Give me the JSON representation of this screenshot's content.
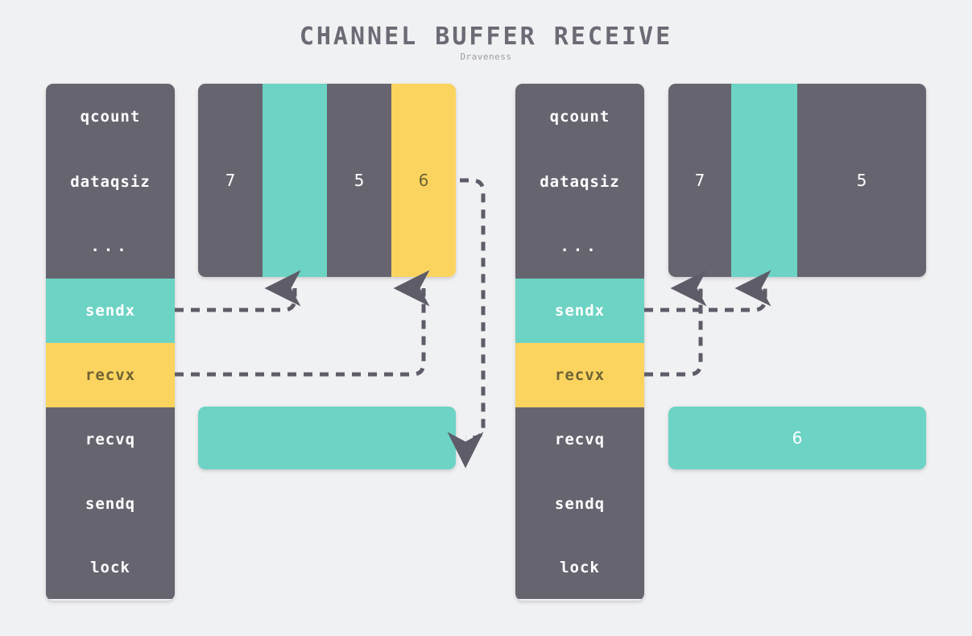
{
  "header": {
    "title": "CHANNEL BUFFER RECEIVE",
    "subtitle": "Draveness"
  },
  "palette": {
    "background": "#f0f1f2",
    "gray": "#66646F",
    "teal": "#6DD3C4",
    "yellow": "#FBD45F",
    "arrow": "#5e5c68",
    "title_text": "#6b6a75"
  },
  "diagram": {
    "struct_field_labels": [
      "qcount",
      "dataqsiz",
      "...",
      "sendx",
      "recvx",
      "recvq",
      "sendq",
      "lock"
    ],
    "before": {
      "struct": {
        "rows": [
          {
            "label": "qcount",
            "color": "gray"
          },
          {
            "label": "dataqsiz",
            "color": "gray"
          },
          {
            "label": "...",
            "color": "gray"
          },
          {
            "label": "sendx",
            "color": "teal"
          },
          {
            "label": "recvx",
            "color": "yellow"
          },
          {
            "label": "recvq",
            "color": "gray"
          },
          {
            "label": "sendq",
            "color": "gray"
          },
          {
            "label": "lock",
            "color": "gray"
          }
        ]
      },
      "buffer": {
        "cells": [
          {
            "value": "7",
            "color": "gray"
          },
          {
            "value": "",
            "color": "teal"
          },
          {
            "value": "5",
            "color": "gray"
          },
          {
            "value": "6",
            "color": "yellow"
          }
        ]
      },
      "recvq_box": {
        "value": ""
      }
    },
    "after": {
      "struct": {
        "rows": [
          {
            "label": "qcount",
            "color": "gray"
          },
          {
            "label": "dataqsiz",
            "color": "gray"
          },
          {
            "label": "...",
            "color": "gray"
          },
          {
            "label": "sendx",
            "color": "teal"
          },
          {
            "label": "recvx",
            "color": "yellow"
          },
          {
            "label": "recvq",
            "color": "gray"
          },
          {
            "label": "sendq",
            "color": "gray"
          },
          {
            "label": "lock",
            "color": "gray"
          }
        ]
      },
      "buffer": {
        "cells": [
          {
            "value": "7",
            "color": "gray"
          },
          {
            "value": "",
            "color": "teal"
          },
          {
            "value": "5",
            "color": "gray"
          }
        ]
      },
      "recvq_box": {
        "value": "6"
      }
    },
    "connections": [
      {
        "name": "before-sendx-to-buffer-slot-2",
        "from": "before.struct.sendx",
        "to": "before.buffer.cell.2"
      },
      {
        "name": "before-recvx-to-buffer-slot-4",
        "from": "before.struct.recvx",
        "to": "before.buffer.cell.4"
      },
      {
        "name": "before-buffer-slot-4-to-recvq",
        "from": "before.buffer.cell.4",
        "to": "before.recvq_box"
      },
      {
        "name": "after-sendx-to-buffer-slot-2",
        "from": "after.struct.sendx",
        "to": "after.buffer.cell.2"
      },
      {
        "name": "after-recvx-to-buffer-slot-1",
        "from": "after.struct.recvx",
        "to": "after.buffer.cell.1"
      }
    ]
  }
}
